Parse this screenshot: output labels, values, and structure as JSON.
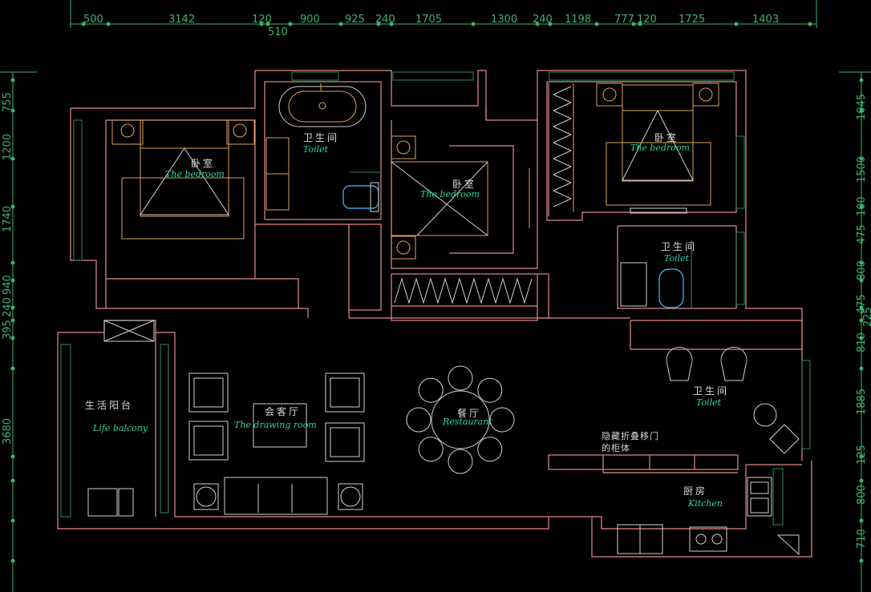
{
  "dimensions": {
    "top": [
      "500",
      "3142",
      "120",
      "900",
      "925",
      "240",
      "1705",
      "1300",
      "240",
      "1198",
      "777",
      "120",
      "1725",
      "1403"
    ],
    "top_sub": "510",
    "left": [
      "755",
      "1200",
      "1740",
      "940",
      "240",
      "395",
      "3680"
    ],
    "right": [
      "1045",
      "1500",
      "100",
      "475",
      "800",
      "475",
      "225",
      "810",
      "1885",
      "125",
      "800",
      "710"
    ]
  },
  "rooms": {
    "bedroom_left": {
      "zh": "卧室",
      "en": "The bedroom"
    },
    "toilet_top": {
      "zh": "卫生间",
      "en": "Toilet"
    },
    "bedroom_mid": {
      "zh": "卧室",
      "en": "The bedroom"
    },
    "bedroom_right": {
      "zh": "卧室",
      "en": "The bedroom"
    },
    "toilet_right": {
      "zh": "卫生间",
      "en": "Toilet"
    },
    "toilet_big": {
      "zh": "卫生间",
      "en": "Toilet"
    },
    "balcony": {
      "zh": "生活阳台",
      "en": "Life balcony"
    },
    "living": {
      "zh": "会客厅",
      "en": "The drawing room"
    },
    "dining": {
      "zh": "餐厅",
      "en": "Restaurant"
    },
    "kitchen": {
      "zh": "厨房",
      "en": "Kitchen"
    }
  },
  "notes": {
    "cabinet_line1": "隐藏折叠移门",
    "cabinet_line2": "的柜体"
  },
  "colors": {
    "wall": "#e48a8a",
    "furniture": "#e0a060",
    "dimension": "#3cb371",
    "label_en": "#2fd3a8",
    "background": "#000000"
  }
}
